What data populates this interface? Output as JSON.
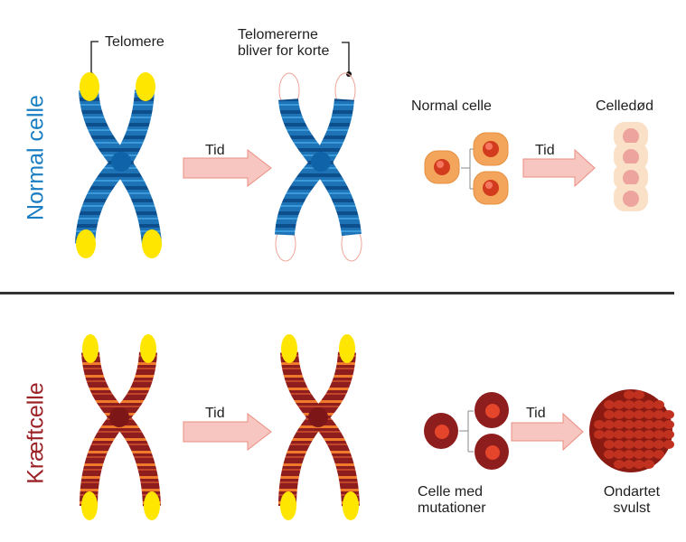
{
  "colors": {
    "normal_accent": "#1b7ec2",
    "cancer_accent": "#9b2226",
    "arrow_fill": "#f8c6c0",
    "arrow_stroke": "#ea8d82",
    "telomere": "#ffe600",
    "chromosome_blue": "#1565a8",
    "chromosome_red": "#8e1d1d"
  },
  "rows": {
    "normal": {
      "title": "Normal celle",
      "telomere_label": "Telomere",
      "short_telomere_label_line1": "Telomererne",
      "short_telomere_label_line2": "bliver for korte",
      "arrow1_label": "Tid",
      "cells_label": "Normal celle",
      "arrow2_label": "Tid",
      "result_label": "Celledød"
    },
    "cancer": {
      "title": "Kræftcelle",
      "arrow1_label": "Tid",
      "cells_label_line1": "Celle med",
      "cells_label_line2": "mutationer",
      "arrow2_label": "Tid",
      "result_label_line1": "Ondartet",
      "result_label_line2": "svulst"
    }
  }
}
